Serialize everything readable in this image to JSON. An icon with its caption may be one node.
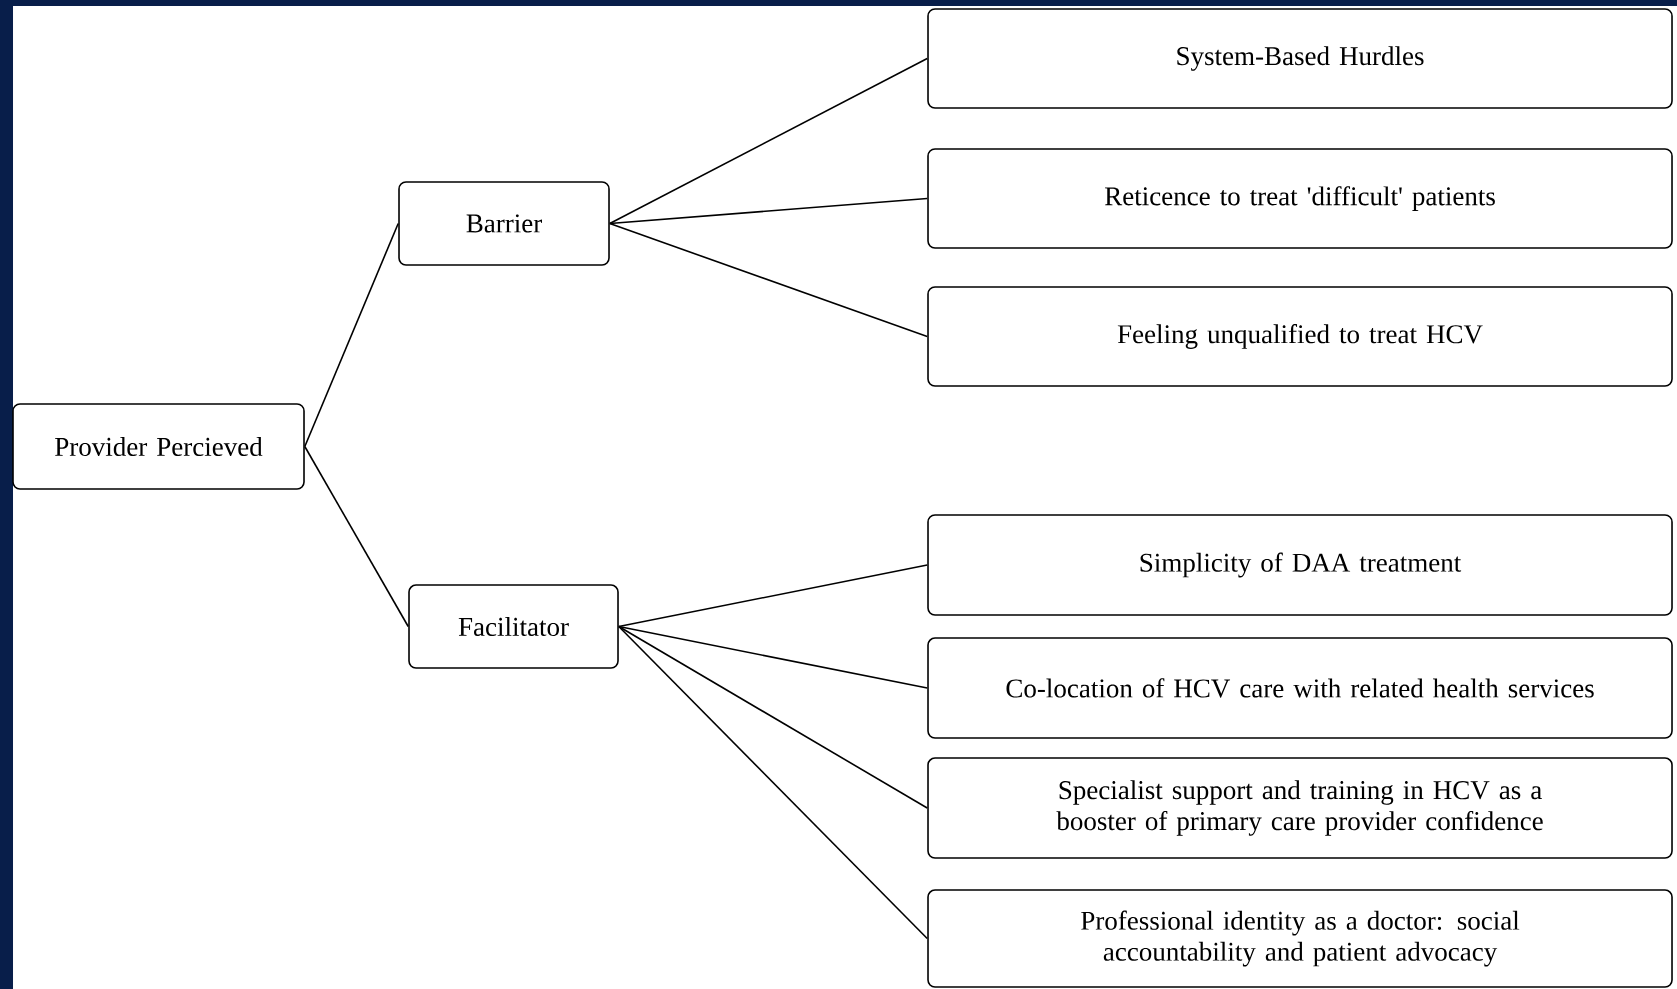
{
  "diagram": {
    "nodes": [
      {
        "text": [
          "Provider Percieved"
        ]
      },
      {
        "text": [
          "Barrier"
        ]
      },
      {
        "text": [
          "Facilitator"
        ]
      },
      {
        "text": [
          "System-Based Hurdles"
        ]
      },
      {
        "text": [
          "Reticence to treat 'difficult' patients"
        ]
      },
      {
        "text": [
          "Feeling unqualified to treat HCV"
        ]
      },
      {
        "text": [
          "Simplicity of DAA treatment"
        ]
      },
      {
        "text": [
          "Co-location of HCV care with related health services"
        ]
      },
      {
        "text": [
          "Specialist support and training in HCV as a booster of primary care provider confidence"
        ]
      },
      {
        "text": [
          "Professional identity as a doctor: social accountability and patient advocacy"
        ]
      }
    ],
    "edges": [
      {
        "from": 0,
        "to": 1,
        "arrow": "none"
      },
      {
        "from": 0,
        "to": 2,
        "arrow": "none"
      },
      {
        "from": 1,
        "to": 3,
        "arrow": "none"
      },
      {
        "from": 1,
        "to": 4,
        "arrow": "none"
      },
      {
        "from": 1,
        "to": 5,
        "arrow": "none"
      },
      {
        "from": 2,
        "to": 6,
        "arrow": "none"
      },
      {
        "from": 2,
        "to": 7,
        "arrow": "none"
      },
      {
        "from": 2,
        "to": 8,
        "arrow": "none"
      },
      {
        "from": 2,
        "to": 9,
        "arrow": "none"
      }
    ]
  }
}
